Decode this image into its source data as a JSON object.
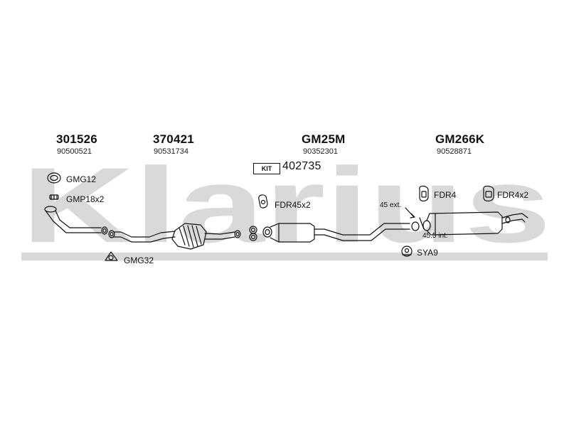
{
  "watermark": {
    "text": "Klarius",
    "color": "#d9d9d9"
  },
  "parts": [
    {
      "number": "301526",
      "ref": "90500521"
    },
    {
      "number": "370421",
      "ref": "90531734"
    },
    {
      "number": "GM25M",
      "ref": "90352301"
    },
    {
      "number": "GM266K",
      "ref": "90528871"
    }
  ],
  "kit": {
    "badge": "KIT",
    "number": "402735"
  },
  "fittings": {
    "gmg12": "GMG12",
    "gmp18": "GMP18x2",
    "gmg32": "GMG32",
    "fdr45": "FDR45x2",
    "fdr4": "FDR4",
    "fdr4x2": "FDR4x2",
    "sya9": "SYA9"
  },
  "dimensions": {
    "ext": "45 ext.",
    "int": "45.5 int."
  }
}
